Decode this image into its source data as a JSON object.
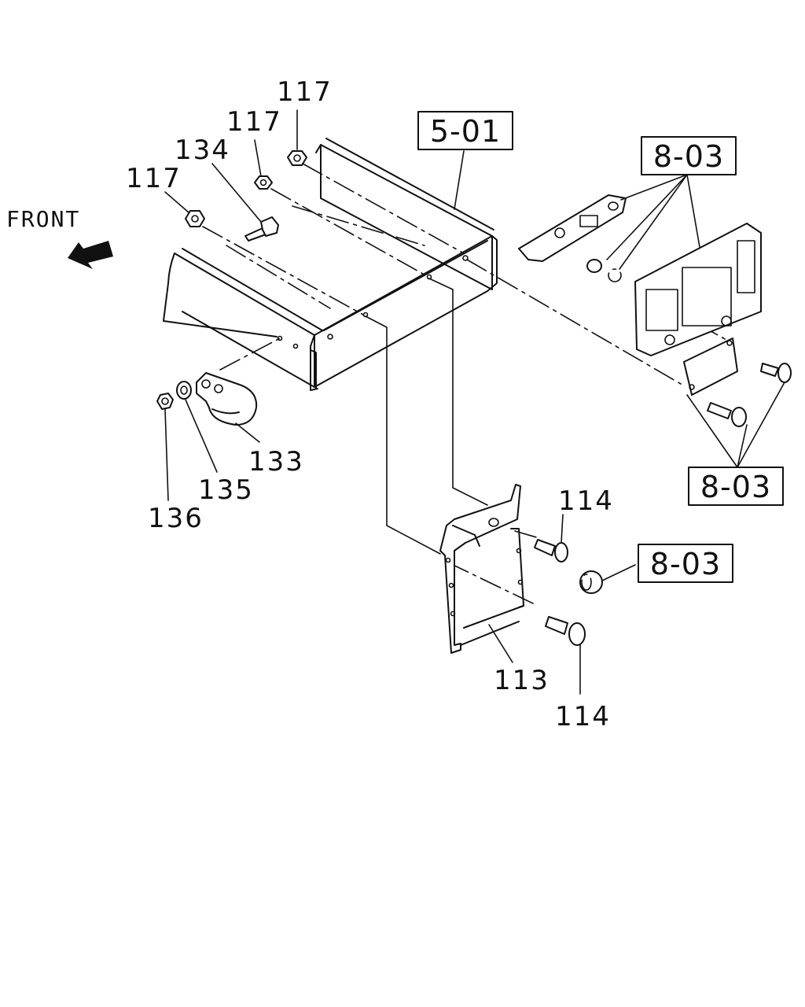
{
  "front_label": "FRONT",
  "callouts": [
    {
      "id": "c117a",
      "text": "117"
    },
    {
      "id": "c117b",
      "text": "117"
    },
    {
      "id": "c134",
      "text": "134"
    },
    {
      "id": "c117c",
      "text": "117"
    },
    {
      "id": "c133",
      "text": "133"
    },
    {
      "id": "c135",
      "text": "135"
    },
    {
      "id": "c136",
      "text": "136"
    },
    {
      "id": "c114a",
      "text": "114"
    },
    {
      "id": "c113",
      "text": "113"
    },
    {
      "id": "c114b",
      "text": "114"
    }
  ],
  "ref_boxes": [
    {
      "id": "r501",
      "text": "5-01"
    },
    {
      "id": "r803a",
      "text": "8-03"
    },
    {
      "id": "r803b",
      "text": "8-03"
    },
    {
      "id": "r803c",
      "text": "8-03"
    }
  ]
}
